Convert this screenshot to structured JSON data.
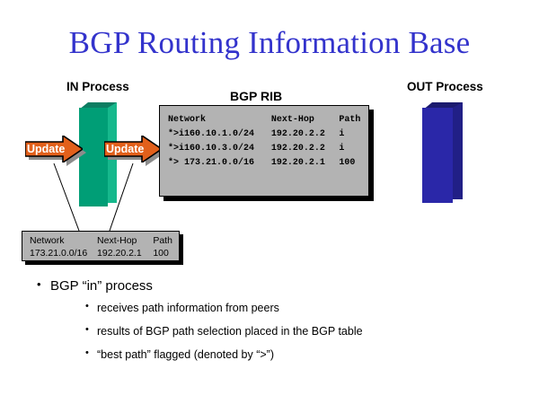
{
  "slide": {
    "title": "BGP Routing Information Base",
    "title_color": "#3333CC",
    "background": "#FFFFFF"
  },
  "diagram": {
    "in_process": {
      "label": "IN Process",
      "color": "#009E76"
    },
    "out_process": {
      "label": "OUT Process",
      "color": "#2A27A8"
    },
    "arrows": [
      {
        "label": "Update",
        "color": "#E2601B"
      },
      {
        "label": "Update",
        "color": "#E2601B"
      }
    ],
    "rib": {
      "label": "BGP RIB",
      "background": "#B3B3B3",
      "columns": [
        "Network",
        "Next-Hop",
        "Path"
      ],
      "rows": [
        {
          "network": "*>i160.10.1.0/24",
          "next_hop": "192.20.2.2",
          "path": "i"
        },
        {
          "network": "*>i160.10.3.0/24",
          "next_hop": "192.20.2.2",
          "path": "i"
        },
        {
          "network": "*> 173.21.0.0/16",
          "next_hop": "192.20.2.1",
          "path": "100"
        }
      ]
    },
    "detail_table": {
      "background": "#B3B3B3",
      "columns": [
        "Network",
        "Next-Hop",
        "Path"
      ],
      "rows": [
        {
          "network": "173.21.0.0/16",
          "next_hop": "192.20.2.1",
          "path": "100"
        }
      ]
    }
  },
  "bullets": {
    "level1": "BGP “in” process",
    "level2": [
      "receives path information from peers",
      "results of BGP path selection placed in the BGP table",
      "“best path” flagged (denoted by “>”)"
    ]
  }
}
